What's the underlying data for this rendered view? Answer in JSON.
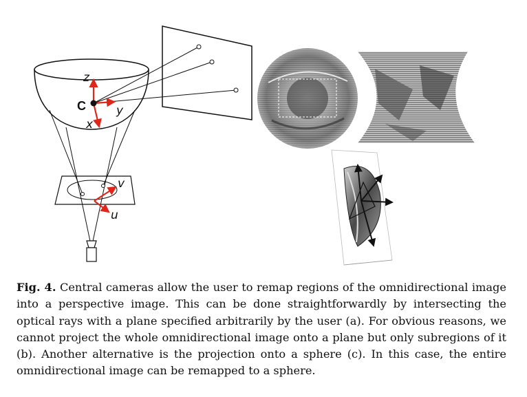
{
  "figure": {
    "axes_3d": {
      "z": "z",
      "y": "y",
      "x": "x",
      "center": "C"
    },
    "axes_image": {
      "v": "v",
      "u": "u"
    },
    "colors": {
      "axis": "#e0261b",
      "line": "#111111"
    }
  },
  "caption": {
    "label": "Fig. 4.",
    "text": " Central cameras allow the user to remap regions of the omnidirectional image into a perspective image. This can be done straightforwardly by intersecting the optical rays with a plane specified arbitrarily by the user (a). For obvious reasons, we cannot project the whole omnidirectional image onto a plane but only subregions of it (b). Another alternative is the projection onto a sphere (c). In this case, the entire omnidirectional image can be remapped to a sphere."
  }
}
